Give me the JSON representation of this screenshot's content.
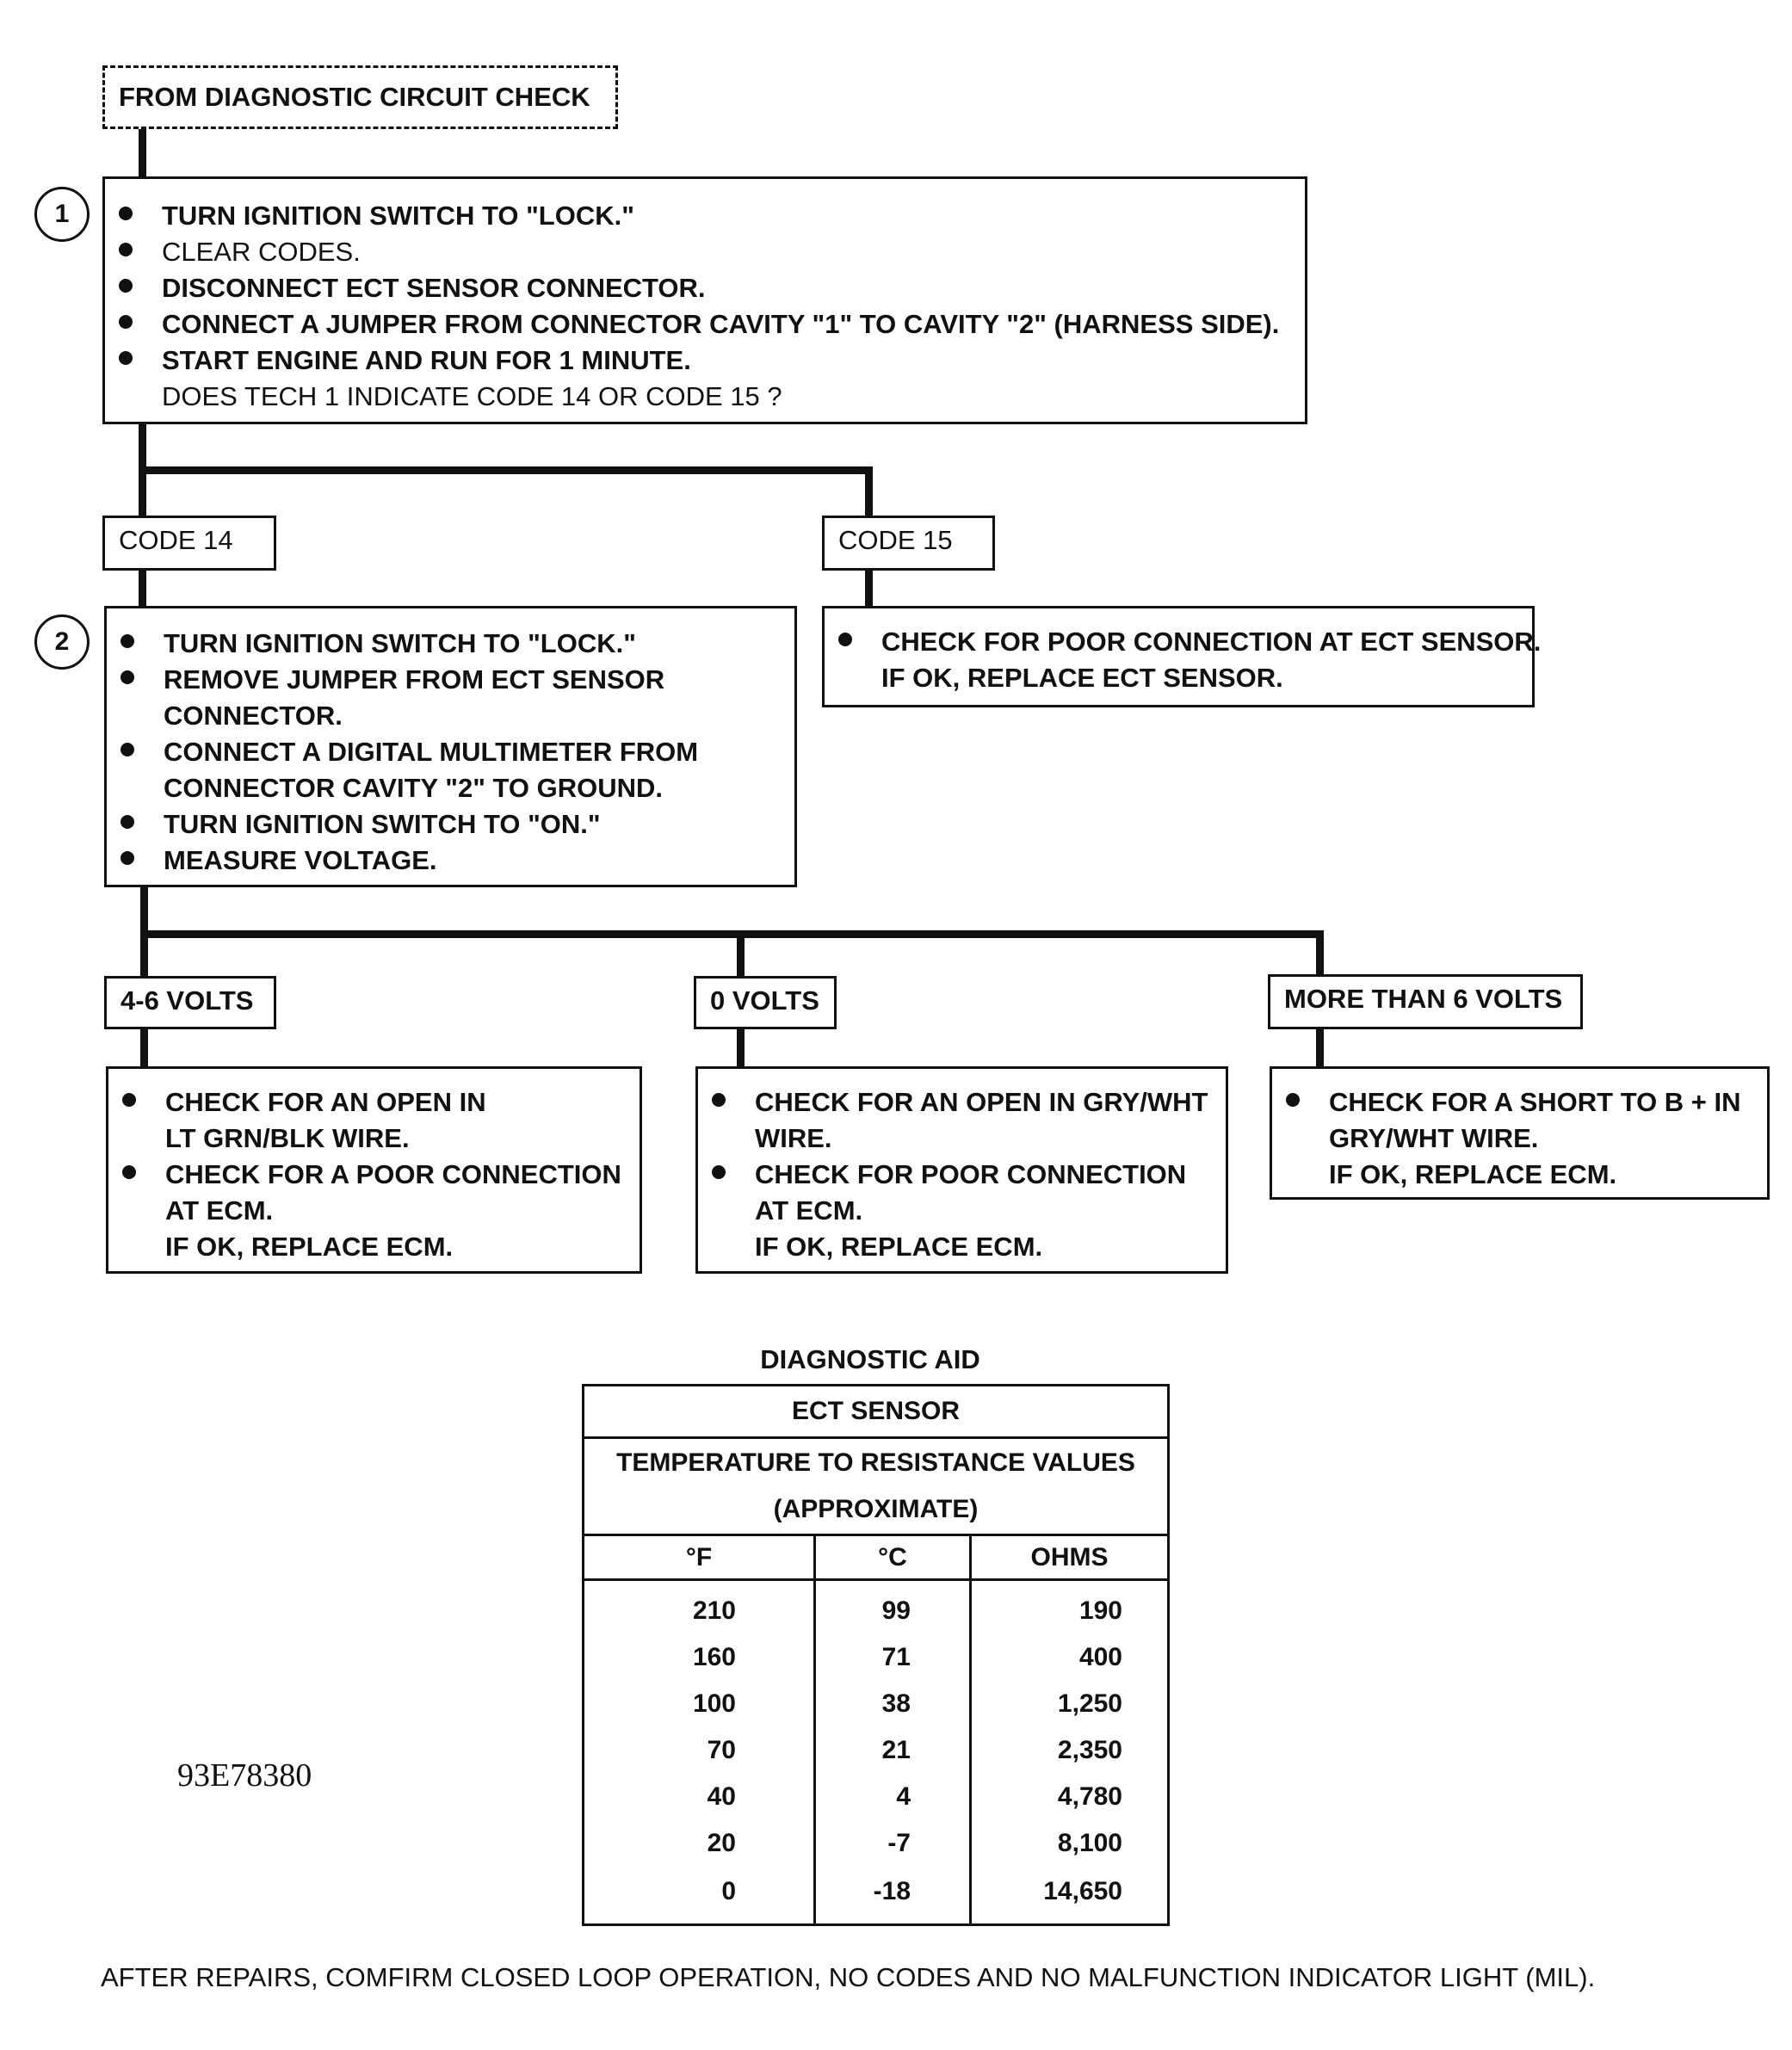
{
  "start": {
    "label": "FROM DIAGNOSTIC CIRCUIT CHECK"
  },
  "step1": {
    "number": "1",
    "lines": [
      "TURN IGNITION SWITCH TO \"LOCK.\"",
      "CLEAR CODES.",
      "DISCONNECT ECT SENSOR CONNECTOR.",
      "CONNECT A JUMPER FROM CONNECTOR CAVITY \"1\" TO CAVITY \"2\" (HARNESS SIDE).",
      "START  ENGINE  AND RUN FOR 1 MINUTE."
    ],
    "question": "DOES TECH 1 INDICATE CODE 14 OR CODE 15 ?"
  },
  "branch_code14": {
    "label": "CODE 14"
  },
  "branch_code15": {
    "label": "CODE 15"
  },
  "step2": {
    "number": "2",
    "lines": [
      "TURN IGNITION SWITCH TO \"LOCK.\"",
      "REMOVE JUMPER FROM ECT SENSOR",
      "CONNECTOR.",
      "CONNECT A DIGITAL MULTIMETER FROM",
      "CONNECTOR CAVITY \"2\" TO GROUND.",
      "TURN IGNITION SWITCH TO \"ON.\"",
      "MEASURE VOLTAGE."
    ]
  },
  "code15_action": {
    "lines": [
      "CHECK FOR POOR CONNECTION AT ECT SENSOR.",
      "IF OK, REPLACE ECT SENSOR."
    ]
  },
  "branch_4_6": {
    "label": "4-6 VOLTS"
  },
  "branch_0": {
    "label": "0 VOLTS"
  },
  "branch_more6": {
    "label": "MORE THAN 6 VOLTS"
  },
  "action_4_6": {
    "lines": [
      "CHECK FOR AN OPEN IN",
      "LT GRN/BLK WIRE.",
      "CHECK FOR A POOR CONNECTION",
      "AT ECM.",
      "IF OK, REPLACE ECM."
    ]
  },
  "action_0": {
    "lines": [
      "CHECK FOR AN OPEN IN GRY/WHT",
      "WIRE.",
      "CHECK FOR POOR CONNECTION",
      "AT ECM.",
      "IF OK, REPLACE ECM."
    ]
  },
  "action_more6": {
    "lines": [
      "CHECK FOR A SHORT TO B +  IN",
      "GRY/WHT WIRE.",
      "IF OK, REPLACE ECM."
    ]
  },
  "diagnostic_aid": {
    "title": "DIAGNOSTIC AID",
    "header1": "ECT SENSOR",
    "header2": "TEMPERATURE TO RESISTANCE VALUES",
    "header3": "(APPROXIMATE)",
    "columns": [
      "°F",
      "°C",
      "OHMS"
    ],
    "rows": [
      [
        "210",
        "99",
        "190"
      ],
      [
        "160",
        "71",
        "400"
      ],
      [
        "100",
        "38",
        "1,250"
      ],
      [
        "70",
        "21",
        "2,350"
      ],
      [
        "40",
        "4",
        "4,780"
      ],
      [
        "20",
        "-7",
        "8,100"
      ],
      [
        "0",
        "-18",
        "14,650"
      ]
    ]
  },
  "figure_ref": "93E78380",
  "footer": "AFTER REPAIRS, COMFIRM CLOSED LOOP OPERATION, NO CODES AND NO MALFUNCTION INDICATOR LIGHT (MIL)."
}
